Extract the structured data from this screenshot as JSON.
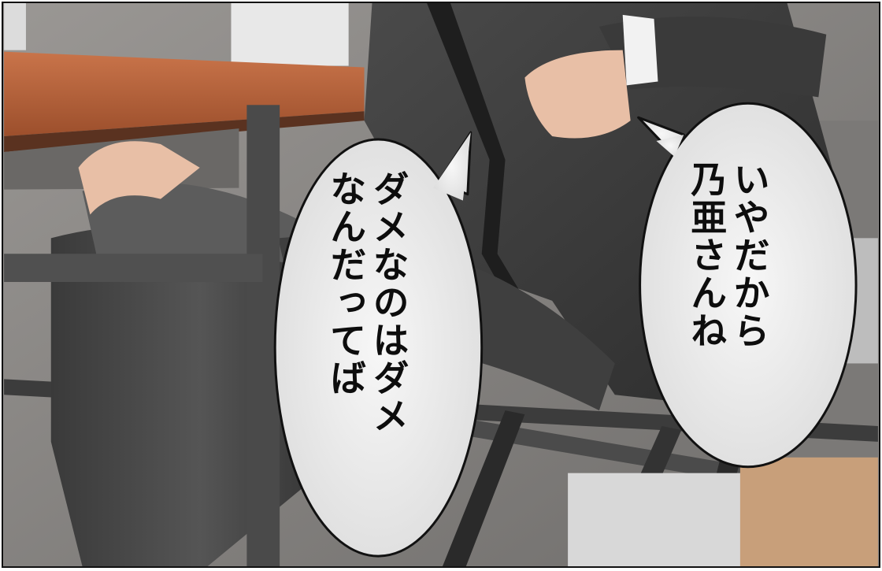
{
  "panel": {
    "bubble_right": {
      "lines": [
        "いやだから",
        "乃亜さんね"
      ]
    },
    "bubble_left": {
      "lines": [
        "ダメなのはダメ",
        "なんだってば"
      ]
    }
  },
  "colors": {
    "suit": "#3b3b3b",
    "desk_top": "#b5653f",
    "wall": "#8c8a88",
    "skin": "#e8bfa6",
    "bubble_fill": "#f2f2f2",
    "bubble_stroke": "#111111"
  }
}
